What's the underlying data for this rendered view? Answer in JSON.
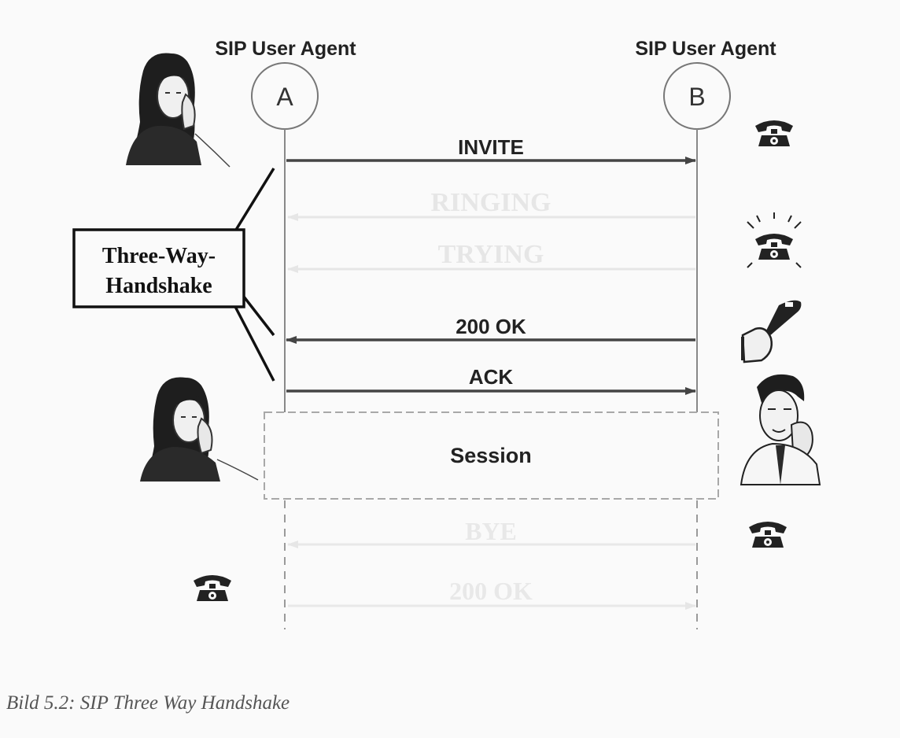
{
  "agents": {
    "a": {
      "title": "SIP User Agent",
      "letter": "A"
    },
    "b": {
      "title": "SIP User Agent",
      "letter": "B"
    }
  },
  "messages": {
    "invite": "INVITE",
    "ringing": "RINGING",
    "trying": "TRYING",
    "ok": "200 OK",
    "ack": "ACK",
    "bye": "BYE",
    "ok_bye": "200 OK"
  },
  "callout": {
    "line1": "Three-Way-",
    "line2": "Handshake"
  },
  "session_label": "Session",
  "caption": "Bild 5.2: SIP Three Way Handshake",
  "colors": {
    "ink": "#333333",
    "faded": "#e4e4e4",
    "background": "#fafafa"
  },
  "icons": {
    "woman": "woman-on-phone-icon",
    "man": "man-on-phone-icon",
    "phone": "telephone-icon",
    "ringing_phone": "ringing-telephone-icon",
    "handset": "handset-lift-icon"
  }
}
